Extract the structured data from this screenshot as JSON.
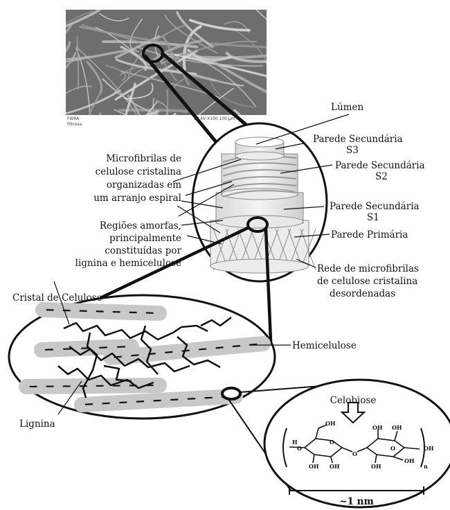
{
  "sem_image": {
    "caption_left": "FIBRA",
    "caption_left2": "Fibrosa",
    "caption_right": "20 kV   X100   100 µm"
  },
  "labels": {
    "lumen": "Lúmen",
    "s3_line1": "Parede Secundária",
    "s3_line2": "S3",
    "s2_line1": "Parede Secundária",
    "s2_line2": "S2",
    "s1_line1": "Parede Secundária",
    "s1_line2": "S1",
    "primary_wall": "Parede Primária",
    "network_line1": "Rede de microfibrilas",
    "network_line2": "de celulose cristalina",
    "network_line3": "desordenadas",
    "microfibrils_line1": "Microfibrilas de",
    "microfibrils_line2": "celulose cristalina",
    "microfibrils_line3": "organizadas em",
    "microfibrils_line4": "um arranjo espiral",
    "amorphous_line1": "Regiões amorfas,",
    "amorphous_line2": "principalmente",
    "amorphous_line3": "constituídas por",
    "amorphous_line4": "lignina e hemicelulose",
    "cellulose_crystal": "Cristal de Celulose",
    "hemicellulose": "Hemicelulose",
    "lignin": "Lignina",
    "cellobiose": "Celobiose",
    "scale": "~1 nm"
  },
  "molecule": {
    "oh": "OH",
    "o": "O",
    "h": "H",
    "n": "n"
  },
  "colors": {
    "ink": "#111111",
    "fibril_gray": "#c8c8c8",
    "sem_bg": "#6e6e6e"
  }
}
